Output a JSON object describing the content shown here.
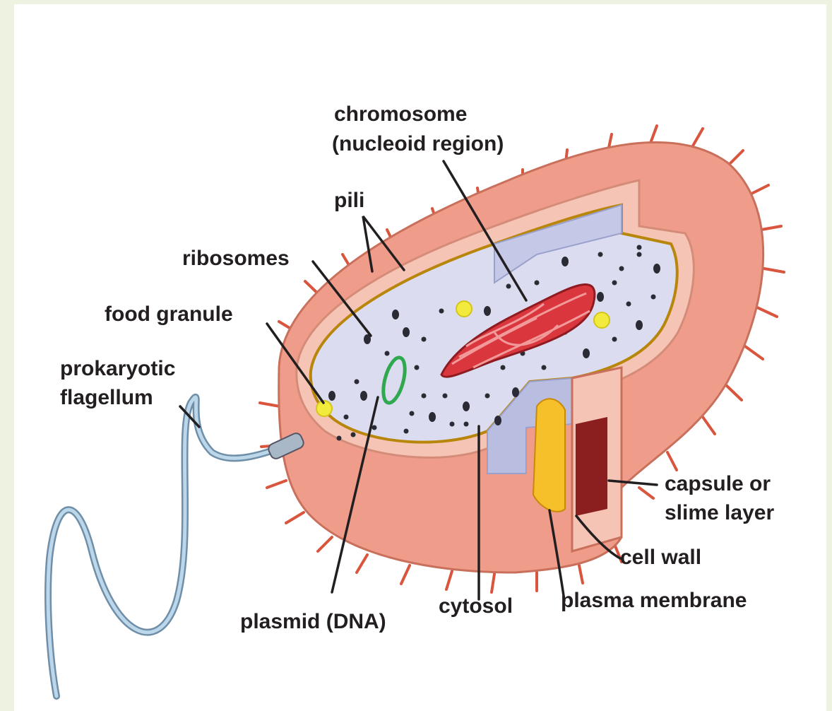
{
  "diagram": {
    "labels": {
      "chromosome_line1": "chromosome",
      "chromosome_line2": "(nucleoid region)",
      "pili": "pili",
      "ribosomes": "ribosomes",
      "food_granule": "food granule",
      "flagellum_line1": "prokaryotic",
      "flagellum_line2": "flagellum",
      "capsule_line1": "capsule or",
      "capsule_line2": "slime layer",
      "cell_wall": "cell wall",
      "plasma_membrane": "plasma membrane",
      "cytosol": "cytosol",
      "plasmid": "plasmid (DNA)"
    },
    "colors": {
      "background": "#eef2e1",
      "capsule": "#ef9c8a",
      "cell_wall": "#f6c4b4",
      "membrane": "#b8860b",
      "cytosol": "#dcdcf0",
      "chromosome": "#d9363e",
      "plasmid": "#2fa84f",
      "flagellum": "#8fb4d0",
      "food_granule": "#f2ea3c"
    }
  }
}
